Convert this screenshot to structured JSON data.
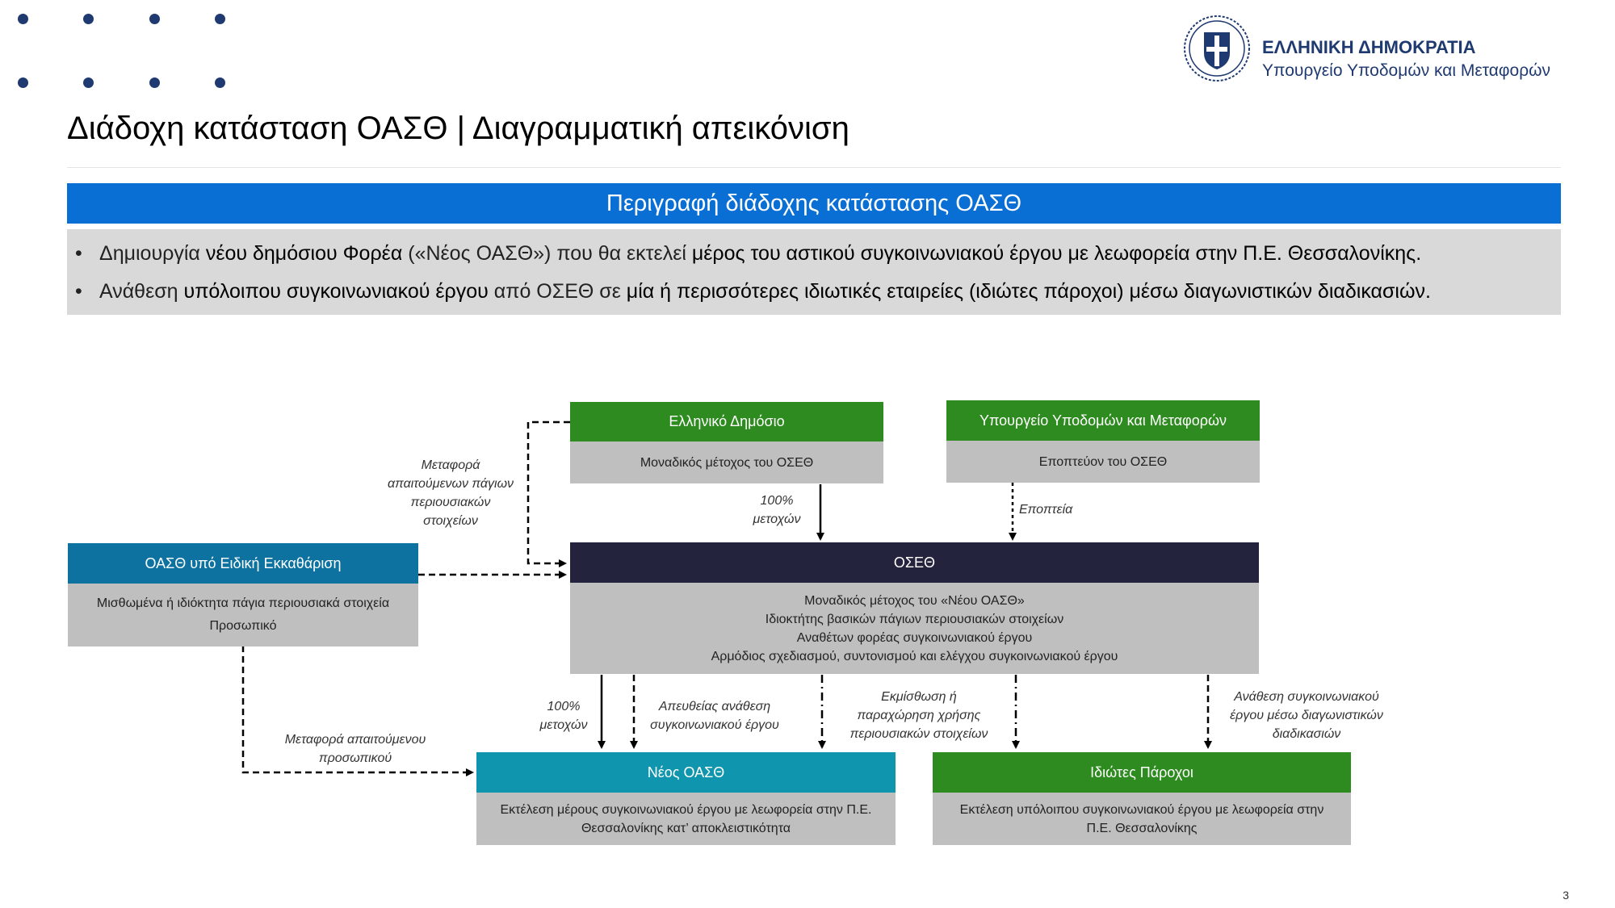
{
  "title": "Διάδοχη κατάσταση ΟΑΣΘ | Διαγραμματική απεικόνιση",
  "logo": {
    "line1": "ΕΛΛΗΝΙΚΗ ΔΗΜΟΚΡΑΤΙΑ",
    "line2": "Υπουργείο Υποδομών και Μεταφορών",
    "icon": "greek-emblem-icon"
  },
  "description": {
    "header": "Περιγραφή διάδοχης κατάστασης ΟΑΣΘ",
    "bullet1": {
      "p1": "Δημιουργία ",
      "p2": "νέου δημόσιου Φορέα",
      "p3": " («Νέος ΟΑΣΘ») που θα εκτελεί ",
      "p4": "μέρος του αστικού συγκοινωνιακού έργου με λεωφορεία στην Π.Ε. Θεσσαλονίκης."
    },
    "bullet2": {
      "p1": "Ανάθεση ",
      "p2": "υπόλοιπου συγκοινωνιακού έργου",
      "p3": " από ΟΣΕΘ σε ",
      "p4": "μία ή περισσότερες ιδιωτικές εταιρείες (ιδιώτες πάροχοι) μέσω διαγωνιστικών διαδικασιών."
    }
  },
  "boxes": {
    "elliniko": {
      "header": "Ελληνικό Δημόσιο",
      "body": [
        "Μοναδικός μέτοχος του ΟΣΕΘ"
      ]
    },
    "ypourgeio": {
      "header": "Υπουργείο Υποδομών και Μεταφορών",
      "body": [
        "Εποπτεύον του ΟΣΕΘ"
      ]
    },
    "oasth_old": {
      "header": "ΟΑΣΘ υπό Ειδική Εκκαθάριση",
      "body": [
        "Μισθωμένα ή ιδιόκτητα πάγια περιουσιακά στοιχεία",
        "Προσωπικό"
      ]
    },
    "oseth": {
      "header": "ΟΣΕΘ",
      "body": [
        "Μοναδικός μέτοχος του «Νέου ΟΑΣΘ»",
        "Ιδιοκτήτης βασικών πάγιων περιουσιακών στοιχείων",
        "Αναθέτων φορέας συγκοινωνιακού έργου",
        "Αρμόδιος σχεδιασμού, συντονισμού και ελέγχου συγκοινωνιακού έργου"
      ]
    },
    "neos_oasth": {
      "header": "Νέος ΟΑΣΘ",
      "body": [
        "Εκτέλεση μέρους συγκοινωνιακού έργου με λεωφορεία στην Π.Ε.",
        "Θεσσαλονίκης κατ’ αποκλειστικότητα"
      ]
    },
    "idiotes": {
      "header": "Ιδιώτες Πάροχοι",
      "body": [
        "Εκτέλεση υπόλοιπου συγκοινωνιακού έργου με λεωφορεία στην",
        "Π.Ε. Θεσσαλονίκης"
      ]
    }
  },
  "labels": {
    "metafora_pagion": [
      "Μεταφορά",
      "απαιτούμενων πάγιων",
      "περιουσιακών",
      "στοιχείων"
    ],
    "metoxon_top": [
      "100%",
      "μετοχών"
    ],
    "epopteia": [
      "Εποπτεία"
    ],
    "metoxon_bottom": [
      "100%",
      "μετοχών"
    ],
    "apeutheias": [
      "Απευθείας ανάθεση",
      "συγκοινωνιακού έργου"
    ],
    "ekmisthosi": [
      "Εκμίσθωση ή",
      "παραχώρηση χρήσης",
      "περιουσιακών στοιχείων"
    ],
    "anathesi": [
      "Ανάθεση συγκοινωνιακού",
      "έργου μέσω διαγωνιστικών",
      "διαδικασιών"
    ],
    "metafora_prosopikou": [
      "Μεταφορά απαιτούμενου",
      "προσωπικού"
    ]
  },
  "page_number": "3",
  "colors": {
    "dark_navy": "#1f3a70",
    "blue_header": "#0a6fd5",
    "green": "#2e8b1f",
    "teal_blue": "#0d72a0",
    "teal": "#0f95ad",
    "osets_dark": "#23233d",
    "gray_body": "#bfbfbf",
    "gray_desc": "#d9d9d9"
  }
}
